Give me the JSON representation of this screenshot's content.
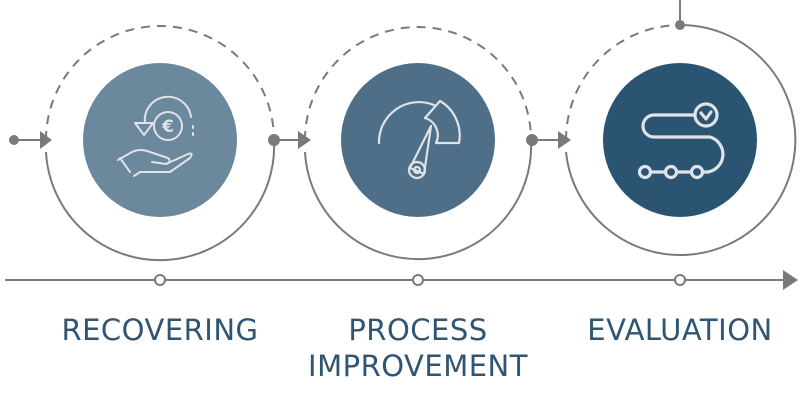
{
  "steps": [
    {
      "label": "RECOVERING",
      "icon": "euro-refund-hand-icon",
      "color": "#6c889d"
    },
    {
      "label_line1": "PROCESS",
      "label_line2": "IMPROVEMENT",
      "icon": "speedometer-icon",
      "color": "#4f6f88"
    },
    {
      "label": "EVALUATION",
      "icon": "roadmap-check-icon",
      "color": "#2b5473"
    }
  ],
  "line_color": "#7a7a7a",
  "icon_stroke": "#dfe3e8"
}
